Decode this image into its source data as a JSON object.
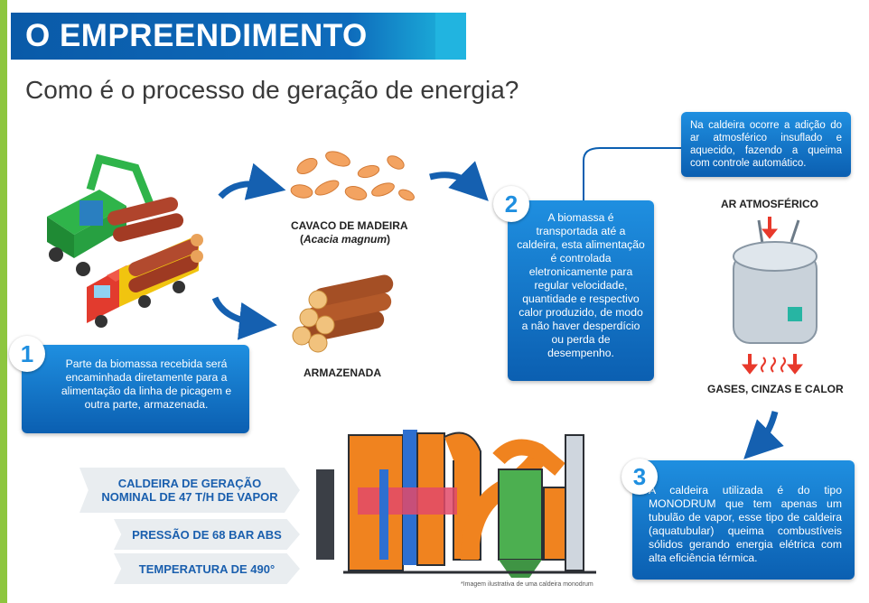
{
  "header": {
    "title": "O EMPREENDIMENTO",
    "subtitle": "Como é o processo de geração de energia?"
  },
  "steps": [
    {
      "number": "1",
      "text": "Parte da biomassa recebida será encaminhada diretamente para a alimentação da linha de picagem e outra parte, armazenada."
    },
    {
      "number": "2",
      "text": "A biomassa é transportada até a caldeira, esta alimentação é controlada eletronicamente para regular velocidade, quantidade e respectivo calor produzido, de modo a não haver desperdício ou perda de desempenho."
    },
    {
      "number": "3",
      "text": "A caldeira utilizada é do tipo MONODRUM que tem apenas um tubulão de vapor, esse tipo de caldeira (aquatubular) queima combustíveis sólidos gerando energia elétrica com alta eficiência térmica."
    }
  ],
  "note_box": {
    "text": "Na caldeira ocorre a adição do ar atmosférico insuflado e aquecido, fazendo a queima com controle automático."
  },
  "labels": {
    "cavaco": "CAVACO DE MADEIRA",
    "acacia": "Acacia magnum",
    "armazenada": "ARMAZENADA",
    "ar_atmosferico": "AR ATMOSFÉRICO",
    "gases": "GASES, CINZAS E CALOR"
  },
  "specs": [
    {
      "line1": "CALDEIRA DE GERAÇÃO",
      "line2": "NOMINAL DE 47 T/H DE VAPOR"
    },
    {
      "line1": "PRESSÃO DE 68 BAR ABS"
    },
    {
      "line1": "TEMPERATURA DE 490°"
    }
  ],
  "caption": "*Imagem ilustrativa de uma caldeira monodrum",
  "colors": {
    "brand_blue": "#0e6cbc",
    "accent_cyan": "#21b4e0",
    "left_bar_green": "#8dc63f",
    "arrow_red": "#e8392b"
  }
}
